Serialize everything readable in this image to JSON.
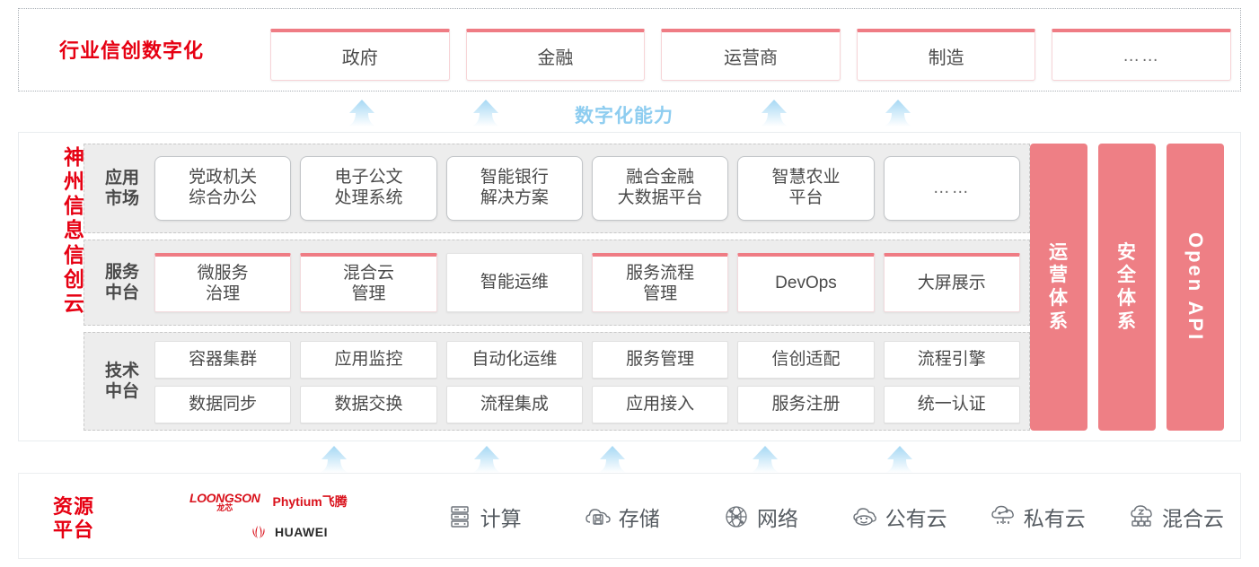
{
  "industry": {
    "title": "行业信创数字化",
    "boxes": [
      {
        "label": "政府"
      },
      {
        "label": "金融"
      },
      {
        "label": "运营商"
      },
      {
        "label": "制造"
      },
      {
        "label": "……"
      }
    ]
  },
  "capability_label": "数字化能力",
  "cloud": {
    "title_chars": [
      "神",
      "州",
      "信",
      "息",
      "信",
      "创",
      "云"
    ],
    "layers": [
      {
        "id": "app-market",
        "label_lines": [
          "应用",
          "市场"
        ],
        "cells": [
          {
            "lines": [
              "党政机关",
              "综合办公"
            ]
          },
          {
            "lines": [
              "电子公文",
              "处理系统"
            ]
          },
          {
            "lines": [
              "智能银行",
              "解决方案"
            ]
          },
          {
            "lines": [
              "融合金融",
              "大数据平台"
            ]
          },
          {
            "lines": [
              "智慧农业",
              "平台"
            ]
          },
          {
            "lines": [
              "……"
            ],
            "dots": true
          }
        ]
      },
      {
        "id": "service-platform",
        "label_lines": [
          "服务",
          "中台"
        ],
        "cells": [
          {
            "lines": [
              "微服务",
              "治理"
            ]
          },
          {
            "lines": [
              "混合云",
              "管理"
            ]
          },
          {
            "lines": [
              "智能运维"
            ]
          },
          {
            "lines": [
              "服务流程",
              "管理"
            ]
          },
          {
            "lines": [
              "DevOps"
            ]
          },
          {
            "lines": [
              "大屏展示"
            ]
          }
        ]
      },
      {
        "id": "tech-platform",
        "label_lines": [
          "技术",
          "中台"
        ],
        "rows": [
          [
            "容器集群",
            "应用监控",
            "自动化运维",
            "服务管理",
            "信创适配",
            "流程引擎"
          ],
          [
            "数据同步",
            "数据交换",
            "流程集成",
            "应用接入",
            "服务注册",
            "统一认证"
          ]
        ]
      }
    ],
    "pillars": [
      {
        "type": "cjk",
        "chars": [
          "运",
          "营",
          "体",
          "系"
        ]
      },
      {
        "type": "cjk",
        "chars": [
          "安",
          "全",
          "体",
          "系"
        ]
      },
      {
        "type": "rot",
        "text": "Open API"
      }
    ]
  },
  "resource": {
    "title_lines": [
      "资源",
      "平台"
    ],
    "vendors": [
      {
        "name": "LOONGSON",
        "cn": "龙芯",
        "icon": "loongson-logo"
      },
      {
        "name": "Phytium飞腾",
        "icon": "phytium-logo"
      },
      {
        "name": "HUAWEI",
        "icon": "huawei-logo"
      }
    ],
    "items": [
      {
        "label": "计算",
        "icon": "server-rack-icon"
      },
      {
        "label": "存储",
        "icon": "cloud-storage-icon"
      },
      {
        "label": "网络",
        "icon": "network-nodes-icon"
      },
      {
        "label": "公有云",
        "icon": "public-cloud-icon"
      },
      {
        "label": "私有云",
        "icon": "private-cloud-icon"
      },
      {
        "label": "混合云",
        "icon": "hybrid-cloud-icon"
      }
    ]
  },
  "colors": {
    "brand_red": "#e60012",
    "pillar_pink": "#ee7f85",
    "accent_pink": "#ef7c84",
    "arrow_blue": "#aedcf5",
    "capability_blue": "#8ecdf0"
  },
  "arrows": {
    "top_row_x": [
      386,
      524,
      845,
      983
    ],
    "bottom_row_x": [
      355,
      525,
      665,
      835,
      985
    ]
  }
}
